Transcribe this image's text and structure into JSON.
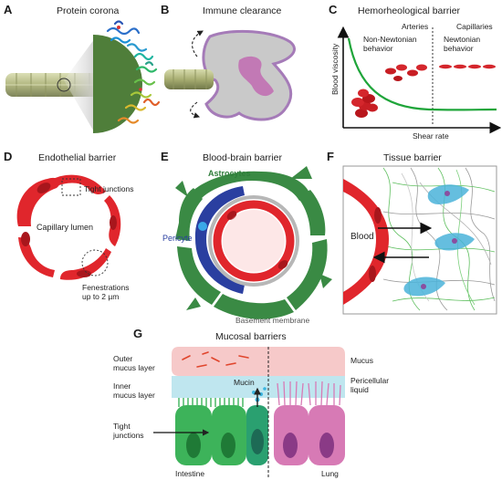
{
  "panels": {
    "a": {
      "letter": "A",
      "title": "Protein corona"
    },
    "b": {
      "letter": "B",
      "title": "Immune clearance"
    },
    "c": {
      "letter": "C",
      "title": "Hemorheological barrier",
      "ylabel": "Blood viscosity",
      "xlabel": "Shear rate",
      "arteries": "Arteries",
      "capillaries": "Capillaries",
      "non_newtonian_1": "Non-Newtonian",
      "non_newtonian_2": "behavior",
      "newtonian_1": "Newtonian",
      "newtonian_2": "behavior"
    },
    "d": {
      "letter": "D",
      "title": "Endothelial barrier",
      "tight_junctions": "Tight junctions",
      "lumen": "Capillary lumen",
      "fenestrations_1": "Fenestrations",
      "fenestrations_2": "up to 2 µm"
    },
    "e": {
      "letter": "E",
      "title": "Blood-brain barrier",
      "astrocytes": "Astrocytes",
      "pericyte": "Pericyte",
      "basement": "Basement membrane"
    },
    "f": {
      "letter": "F",
      "title": "Tissue barrier",
      "blood": "Blood"
    },
    "g": {
      "letter": "G",
      "title": "Mucosal barriers",
      "outer_1": "Outer",
      "outer_2": "mucus layer",
      "inner_1": "Inner",
      "inner_2": "mucus layer",
      "mucin": "Mucin",
      "tight_1": "Tight",
      "tight_2": "junctions",
      "mucus": "Mucus",
      "pericellular_1": "Pericellular",
      "pericellular_2": "liquid",
      "intestine": "Intestine",
      "lung": "Lung"
    }
  },
  "colors": {
    "red": "#e0262c",
    "dark_red": "#a8161c",
    "green": "#3a8a44",
    "curve_green": "#1fa53a",
    "blue_pericyte": "#2a3fa0",
    "mucus_pink": "#f6c9c9",
    "liquid_blue": "#bfe6ef",
    "intestine_green": "#3db35a",
    "lung_pink": "#d77ab5",
    "purple_outline": "#9c6fb0"
  }
}
